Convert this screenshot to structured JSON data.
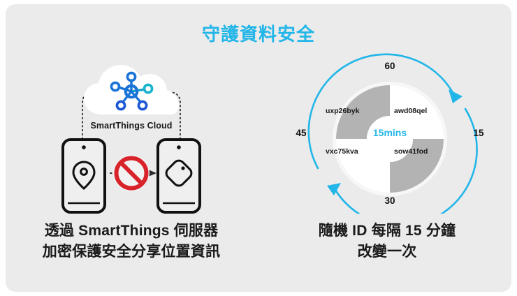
{
  "page": {
    "background_color": "#ffffff",
    "panel_color": "#ebebeb",
    "accent_color": "#22b6e8",
    "text_color": "#1a1a1a"
  },
  "title": "守護資料安全",
  "left": {
    "cloud_label": "SmartThings Cloud",
    "cloud_icon": "smartthings-hub-icon",
    "phone_left_icon": "location-pin-icon",
    "phone_right_icon": "smarttag-icon",
    "blocked_icon": "no-entry-icon",
    "caption_line1": "透過 SmartThings 伺服器",
    "caption_line2": "加密保護安全分享位置資訊"
  },
  "right": {
    "center_label": "15mins",
    "caption_line1": "隨機 ID 每隔 15 分鐘",
    "caption_line2": "改變一次",
    "ticks": {
      "top": "60",
      "right": "15",
      "bottom": "30",
      "left": "45"
    },
    "slices": [
      {
        "position": "top-left",
        "label": "uxp26byk",
        "color": "#b3b3b3"
      },
      {
        "position": "top-right",
        "label": "awd08qel",
        "color": "#ffffff"
      },
      {
        "position": "bottom-left",
        "label": "vxc75kva",
        "color": "#ffffff"
      },
      {
        "position": "bottom-right",
        "label": "sow41fod",
        "color": "#b3b3b3"
      }
    ]
  },
  "chart_data": {
    "type": "pie",
    "title": "隨機 ID 每隔 15 分鐘改變一次",
    "center_text": "15mins",
    "categories": [
      "awd08qel",
      "sow41fod",
      "vxc75kva",
      "uxp26byk"
    ],
    "values": [
      25,
      25,
      25,
      25
    ],
    "colors": [
      "#ffffff",
      "#b3b3b3",
      "#ffffff",
      "#b3b3b3"
    ],
    "tick_labels": [
      "60",
      "15",
      "30",
      "45"
    ],
    "tick_positions_deg": [
      0,
      90,
      180,
      270
    ],
    "donut": true,
    "legend": "none",
    "grid": false
  }
}
